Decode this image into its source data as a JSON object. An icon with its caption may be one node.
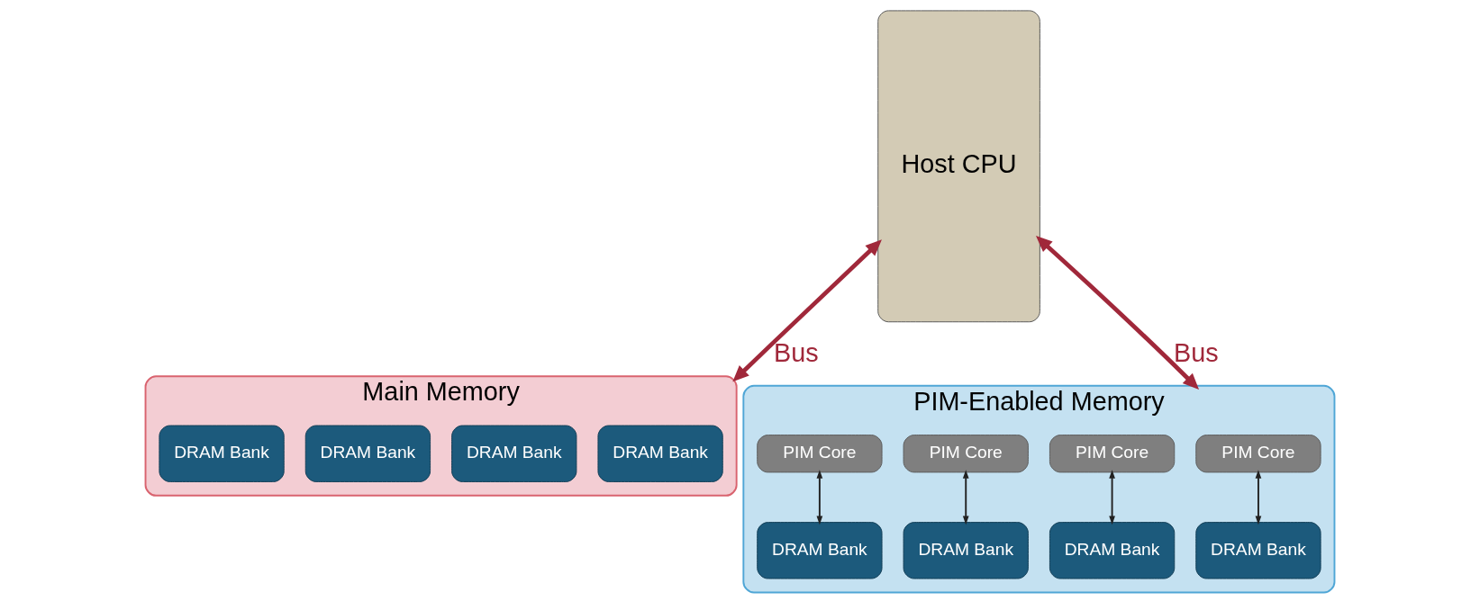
{
  "diagram": {
    "nodes": [
      {
        "text": [
          "Host CPU"
        ]
      },
      {
        "text": [
          "Main Memory"
        ]
      },
      {
        "text": [
          "DRAM Bank"
        ],
        "in": 1
      },
      {
        "text": [
          "DRAM Bank"
        ],
        "in": 1
      },
      {
        "text": [
          "DRAM Bank"
        ],
        "in": 1
      },
      {
        "text": [
          "DRAM Bank"
        ],
        "in": 1
      },
      {
        "text": [
          "PIM-Enabled Memory"
        ]
      },
      {
        "text": [
          "PIM Core"
        ],
        "in": 6
      },
      {
        "text": [
          "PIM Core"
        ],
        "in": 6
      },
      {
        "text": [
          "PIM Core"
        ],
        "in": 6
      },
      {
        "text": [
          "PIM Core"
        ],
        "in": 6
      },
      {
        "text": [
          "DRAM Bank"
        ],
        "in": 6
      },
      {
        "text": [
          "DRAM Bank"
        ],
        "in": 6
      },
      {
        "text": [
          "DRAM Bank"
        ],
        "in": 6
      },
      {
        "text": [
          "DRAM Bank"
        ],
        "in": 6
      }
    ],
    "edges": [
      {
        "from": 0,
        "to": 1,
        "arrow": "both",
        "label": "Bus",
        "style": "thick",
        "color": "#a0283a"
      },
      {
        "from": 0,
        "to": 6,
        "arrow": "both",
        "label": "Bus",
        "style": "thick",
        "color": "#a0283a"
      },
      {
        "from": 7,
        "to": 11,
        "arrow": "both"
      },
      {
        "from": 8,
        "to": 12,
        "arrow": "both"
      },
      {
        "from": 9,
        "to": 13,
        "arrow": "both"
      },
      {
        "from": 10,
        "to": 14,
        "arrow": "both"
      }
    ]
  }
}
